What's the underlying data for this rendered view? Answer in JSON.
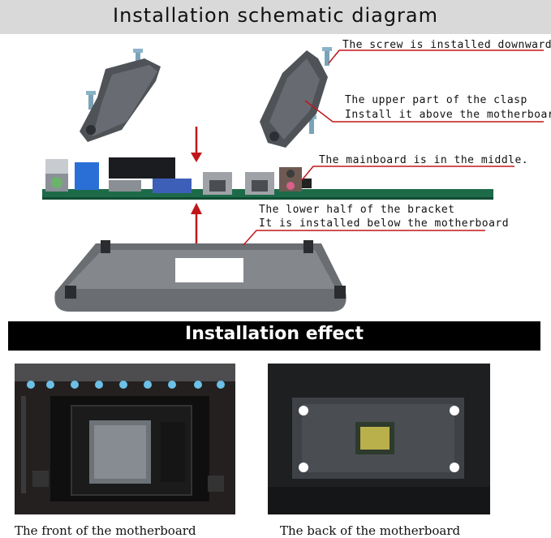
{
  "header": {
    "title": "Installation schematic diagram"
  },
  "annotations": {
    "screw": "The screw is installed downward.",
    "clasp_line1": "The upper part of the clasp",
    "clasp_line2": "Install it above the motherboard",
    "mainboard": "The mainboard is in the middle.",
    "lower_line1": "The lower half of the bracket",
    "lower_line2": "It is installed below the motherboard"
  },
  "effect": {
    "title": "Installation effect",
    "front_caption": "The front of the motherboard",
    "back_caption": "The back of the motherboard"
  },
  "colors": {
    "accent_red": "#c0161b",
    "header_bg": "#d9d9d9",
    "effect_bg": "#000000"
  }
}
